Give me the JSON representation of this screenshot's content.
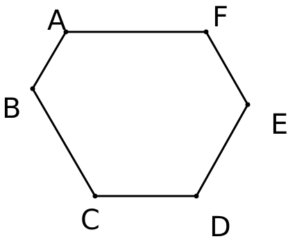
{
  "figure": {
    "line_color": "#000000",
    "vertices": [
      {
        "id": "A",
        "label": "A"
      },
      {
        "id": "F",
        "label": "F"
      },
      {
        "id": "B",
        "label": "B"
      },
      {
        "id": "E",
        "label": "E"
      },
      {
        "id": "C",
        "label": "C"
      },
      {
        "id": "D",
        "label": "D"
      }
    ],
    "edges": [
      [
        "A",
        "F"
      ],
      [
        "F",
        "E"
      ],
      [
        "E",
        "D"
      ],
      [
        "D",
        "C"
      ],
      [
        "C",
        "B"
      ],
      [
        "B",
        "A"
      ]
    ]
  }
}
